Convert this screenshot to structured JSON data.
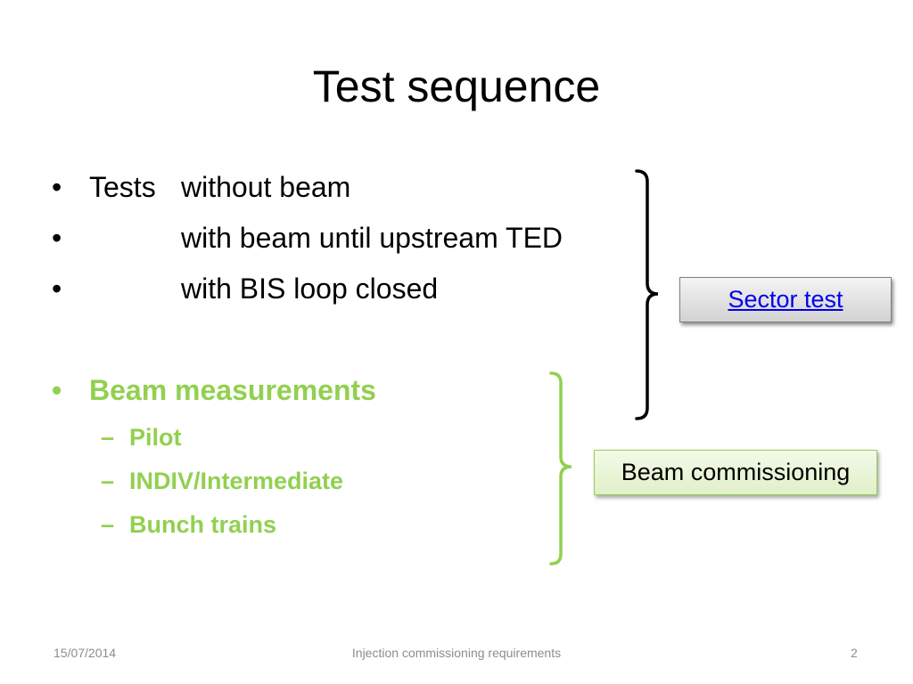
{
  "slide": {
    "title": "Test sequence",
    "bullets": [
      {
        "marker": "•",
        "lead": "Tests",
        "text": "without beam"
      },
      {
        "marker": "•",
        "lead": "",
        "text": "with beam until upstream TED"
      },
      {
        "marker": "•",
        "lead": "",
        "text": "with BIS loop closed"
      }
    ],
    "beam_heading": {
      "marker": "•",
      "text": "Beam measurements"
    },
    "sub_items": [
      {
        "marker": "–",
        "text": "Pilot"
      },
      {
        "marker": "–",
        "text": "INDIV/Intermediate"
      },
      {
        "marker": "–",
        "text": "Bunch trains"
      }
    ],
    "sector_box": {
      "label": "Sector test"
    },
    "beam_box": {
      "label": "Beam commissioning"
    }
  },
  "footer": {
    "date": "15/07/2014",
    "center": "Injection commissioning requirements",
    "page": "2"
  },
  "colors": {
    "accent_green": "#92d050",
    "link_blue": "#0000ee",
    "footer_gray": "#8c8c8c"
  }
}
